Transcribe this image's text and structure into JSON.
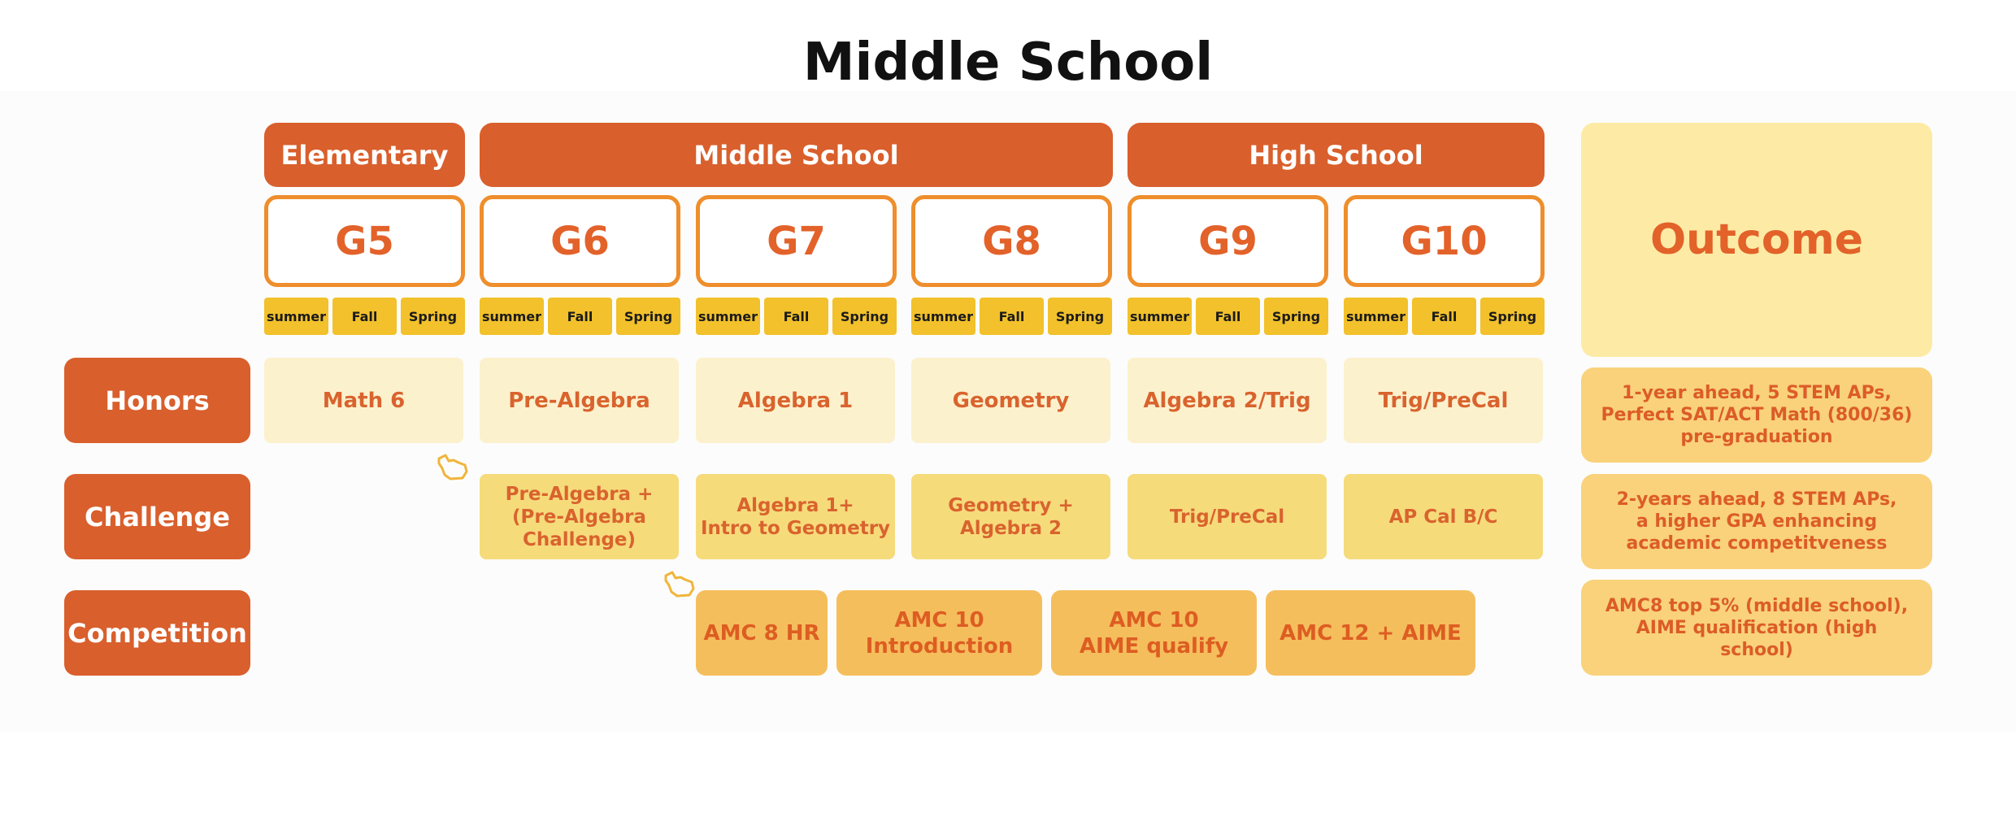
{
  "title": "Middle School",
  "phases": {
    "elementary": "Elementary",
    "middle": "Middle School",
    "high": "High School"
  },
  "grades": [
    "G5",
    "G6",
    "G7",
    "G8",
    "G9",
    "G10"
  ],
  "terms": [
    "summer",
    "Fall",
    "Spring"
  ],
  "outcome_header": "Outcome",
  "rows": {
    "honors": {
      "label": "Honors",
      "cells": [
        "Math 6",
        "Pre-Algebra",
        "Algebra 1",
        "Geometry",
        "Algebra 2/Trig",
        "Trig/PreCal"
      ],
      "outcome": "1-year ahead, 5 STEM APs,\nPerfect SAT/ACT Math (800/36)\npre-graduation"
    },
    "challenge": {
      "label": "Challenge",
      "cells": [
        "Pre-Algebra +\n(Pre-Algebra\nChallenge)",
        "Algebra 1+\nIntro to Geometry",
        "Geometry +\nAlgebra 2",
        "Trig/PreCal",
        "AP Cal B/C"
      ],
      "outcome": "2-years ahead, 8 STEM APs,\na higher GPA enhancing\nacademic competitveness"
    },
    "competition": {
      "label": "Competition",
      "cells": [
        "AMC 8 HR",
        "AMC 10\nIntroduction",
        "AMC 10\nAIME qualify",
        "AMC 12 + AIME"
      ],
      "outcome": "AMC8 top 5% (middle school),\nAIME qualification (high school)"
    }
  },
  "colors": {
    "phase": "#d95f2c",
    "grade_border": "#ee8e2c",
    "term": "#f2c12b",
    "honors_cell": "#fcf1cd",
    "challenge_cell": "#f6db7b",
    "competition_cell": "#f5be5c",
    "outcome_header": "#fdeba5",
    "outcome_cell": "#f9d27b"
  },
  "icons": [
    "hand-pointer-icon"
  ]
}
